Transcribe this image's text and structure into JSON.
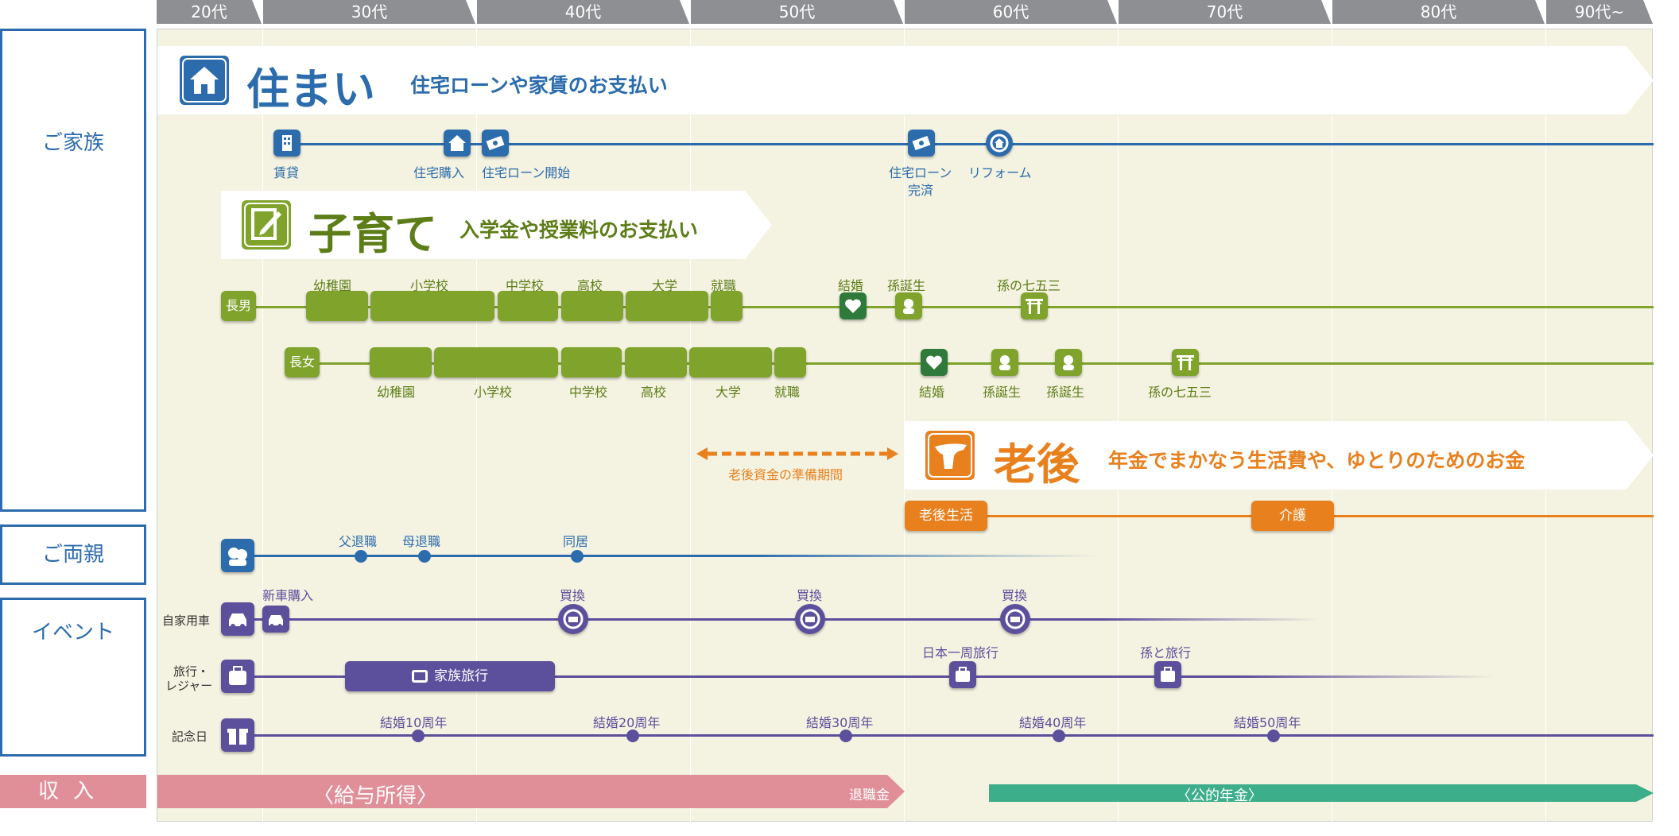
{
  "ages": [
    "20代",
    "30代",
    "40代",
    "50代",
    "60代",
    "70代",
    "80代",
    "90代~"
  ],
  "sidebar": {
    "family": "ご家族",
    "parents": "ご両親",
    "events": "イベント",
    "income": "収入"
  },
  "housing": {
    "title": "住まい",
    "subtitle": "住宅ローンや家賃のお支払い",
    "items": {
      "rent": "賃貸",
      "purchase": "住宅購入",
      "loan_start": "住宅ローン開始",
      "loan_paid_1": "住宅ローン",
      "loan_paid_2": "完済",
      "reform": "リフォーム"
    }
  },
  "childcare": {
    "title": "子育て",
    "subtitle": "入学金や授業料のお支払い",
    "son": {
      "label": "長男",
      "kindergarten": "幼稚園",
      "elementary": "小学校",
      "junior_high": "中学校",
      "high": "高校",
      "university": "大学",
      "job": "就職",
      "marriage": "結婚",
      "grandchild": "孫誕生",
      "shichigosan": "孫の七五三"
    },
    "daughter": {
      "label": "長女",
      "kindergarten": "幼稚園",
      "elementary": "小学校",
      "junior_high": "中学校",
      "high": "高校",
      "university": "大学",
      "job": "就職",
      "marriage": "結婚",
      "grandchild_1": "孫誕生",
      "grandchild_2": "孫誕生",
      "shichigosan": "孫の七五三"
    }
  },
  "retirement": {
    "title": "老後",
    "subtitle": "年金でまかなう生活費や、ゆとりのためのお金",
    "prep": "老後資金の準備期間",
    "life": "老後生活",
    "care": "介護"
  },
  "parents": {
    "father_retire": "父退職",
    "mother_retire": "母退職",
    "cohabit": "同居"
  },
  "events": {
    "car": {
      "label": "自家用車",
      "new": "新車購入",
      "replace_1": "買換",
      "replace_2": "買換",
      "replace_3": "買換"
    },
    "travel": {
      "label_1": "旅行・",
      "label_2": "レジャー",
      "family_trip": "家族旅行",
      "japan_trip": "日本一周旅行",
      "grandchild_trip": "孫と旅行"
    },
    "anniversary": {
      "label": "記念日",
      "y10": "結婚10周年",
      "y20": "結婚20周年",
      "y30": "結婚30周年",
      "y40": "結婚40周年",
      "y50": "結婚50周年"
    }
  },
  "income": {
    "salary": "〈給与所得〉",
    "severance": "退職金",
    "pension": "〈公的年金〉"
  },
  "colors": {
    "blue": "#2c6cad",
    "green": "#7fa32b",
    "orange": "#e8801e",
    "purple": "#5c4f9c",
    "pink": "#e08f98",
    "teal": "#3dae8a"
  }
}
